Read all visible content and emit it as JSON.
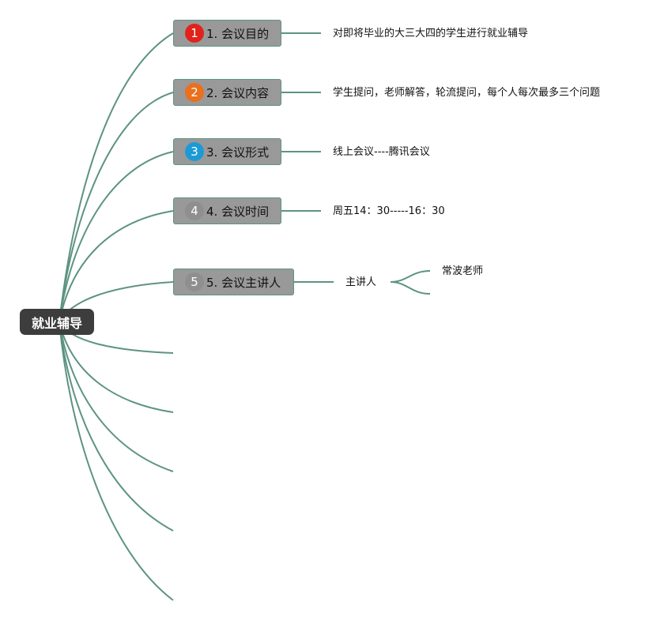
{
  "root": {
    "label": "就业辅导"
  },
  "branches": [
    {
      "num": "1",
      "label": "1. 会议目的",
      "badge_color": "#e0231b",
      "detail": "对即将毕业的大三大四的学生进行就业辅导"
    },
    {
      "num": "2",
      "label": "2. 会议内容",
      "badge_color": "#e9701d",
      "detail": "学生提问，老师解答，轮流提问，每个人每次最多三个问题"
    },
    {
      "num": "3",
      "label": "3. 会议形式",
      "badge_color": "#1d9ad6",
      "detail": "线上会议----腾讯会议"
    },
    {
      "num": "4",
      "label": "4. 会议时间",
      "badge_color": "#8f8f8f",
      "detail": "周五14：30-----16：30"
    },
    {
      "num": "5",
      "label": "5. 会议主讲人",
      "badge_color": "#8f8f8f",
      "detail": "主讲人",
      "children": [
        {
          "label": "常波老师"
        },
        {
          "label": ""
        }
      ]
    }
  ],
  "colors": {
    "link": "#5d9383",
    "root_bg": "#3d3d3d",
    "branch_bg": "#999999"
  }
}
